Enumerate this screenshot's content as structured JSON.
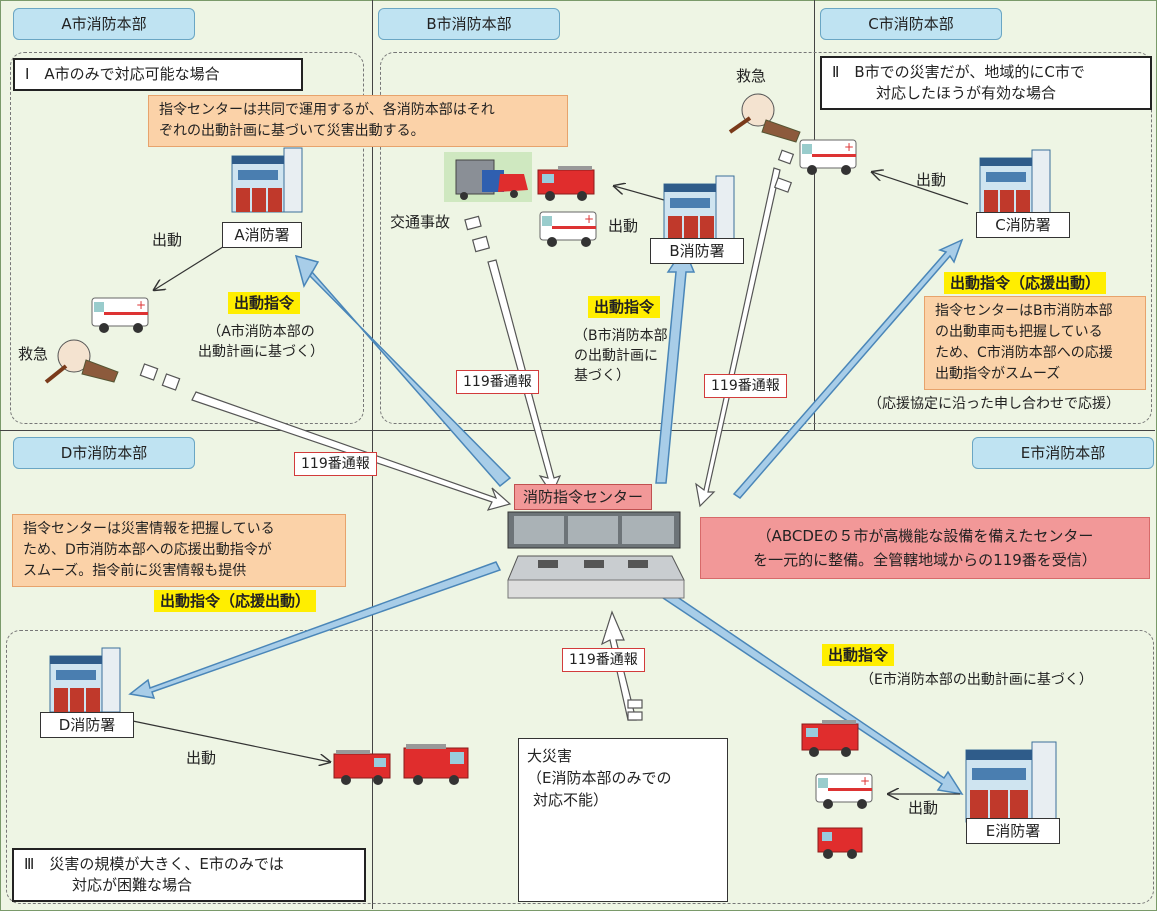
{
  "headquarters": {
    "a": "A市消防本部",
    "b": "B市消防本部",
    "c": "C市消防本部",
    "d": "D市消防本部",
    "e": "E市消防本部"
  },
  "cases": {
    "one": "Ⅰ　A市のみで対応可能な場合",
    "two_line1": "Ⅱ　B市での災害だが、地域的にC市で",
    "two_line2": "対応したほうが有効な場合",
    "three_line1": "Ⅲ　災害の規模が大きく、E市のみでは",
    "three_line2": "対応が困難な場合"
  },
  "notes": {
    "top_line1": "指令センターは共同で運用するが、各消防本部はそれ",
    "top_line2": "ぞれの出動計画に基づいて災害出動する。",
    "c_line1": "指令センターはB市消防本部",
    "c_line2": "の出動車両も把握している",
    "c_line3": "ため、C市消防本部への応援",
    "c_line4": "出動指令がスムーズ",
    "c_agreement": "（応援協定に沿った申し合わせで応援）",
    "d_line1": "指令センターは災害情報を把握している",
    "d_line2": "ため、D市消防本部への応援出動指令が",
    "d_line3": "スムーズ。指令前に災害情報も提供",
    "center_line1": "（ABCDEの５市が高機能な設備を備えたセンター",
    "center_line2": "を一元的に整備。全管轄地域からの119番を受信）"
  },
  "labels": {
    "dispatch_order": "出動指令",
    "dispatch_support": "出動指令（応援出動）",
    "call_119": "119番通報",
    "dispatch": "出動",
    "emergency": "救急",
    "traffic_accident": "交通事故",
    "command_center": "消防指令センター",
    "a_plan_line1": "（A市消防本部の",
    "a_plan_line2": "出動計画に基づく）",
    "b_plan_line1": "（B市消防本部",
    "b_plan_line2": "の出動計画に",
    "b_plan_line3": "基づく）",
    "e_plan": "（E市消防本部の出動計画に基づく）",
    "disaster_line1": "大災害",
    "disaster_line2": "（E消防本部のみでの",
    "disaster_line3": "対応不能）"
  },
  "stations": {
    "a": "A消防署",
    "b": "B消防署",
    "c": "C消防署",
    "d": "D消防署",
    "e": "E消防署"
  },
  "colors": {
    "hq_fill": "#bfe3f2",
    "orange_note": "#fbd2a8",
    "pink_note": "#f29898",
    "highlight": "#ffee00",
    "arrow_fill": "#a8cde8"
  }
}
